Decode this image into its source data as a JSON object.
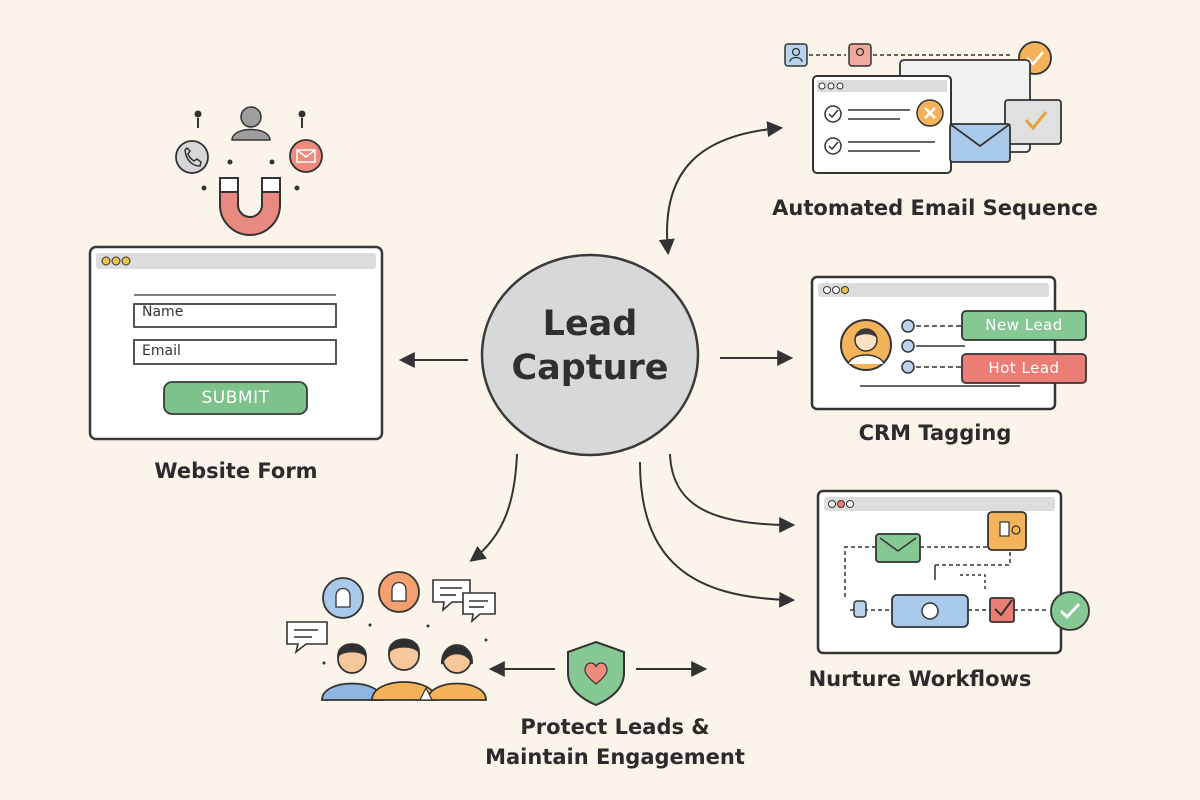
{
  "center": {
    "line1": "Lead",
    "line2": "Capture"
  },
  "nodes": {
    "website_form": {
      "label": "Website Form",
      "field_name": "Name",
      "field_email": "Email",
      "submit": "SUBMIT"
    },
    "email_sequence": {
      "label": "Automated Email Sequence"
    },
    "crm_tagging": {
      "label": "CRM Tagging",
      "tag_new": "New Lead",
      "tag_hot": "Hot Lead"
    },
    "nurture": {
      "label": "Nurture Workflows"
    },
    "protect": {
      "line1": "Protect Leads &",
      "line2": "Maintain Engagement"
    }
  },
  "colors": {
    "background": "#fbf4ea",
    "outline": "#3a3a3a",
    "center_fill": "#d6d6d6",
    "green": "#7cc28a",
    "red": "#e37a72",
    "orange": "#f4b35a",
    "blue": "#9cc3e6",
    "gray": "#bdbdbd"
  },
  "icons": [
    "magnet-icon",
    "phone-icon",
    "person-icon",
    "mail-icon",
    "checklist-icon",
    "envelope-icon",
    "check-icon",
    "avatar-icon",
    "shield-heart-icon",
    "chat-bubble-icon",
    "bell-icon",
    "user-group-icon",
    "workflow-icon"
  ]
}
